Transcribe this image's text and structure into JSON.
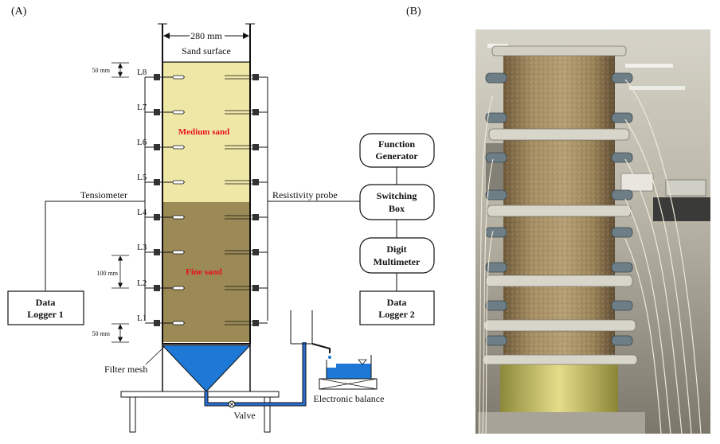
{
  "panel_labels": {
    "a": "(A)",
    "b": "(B)"
  },
  "diagram": {
    "width_label": "280 mm",
    "sand_surface": "Sand surface",
    "medium_sand": "Medium sand",
    "fine_sand": "Fine sand",
    "tensiometer": "Tensiometer",
    "resistivity_probe": "Resistivity probe",
    "spacing_top": "50 mm",
    "spacing_mid": "100 mm",
    "spacing_bottom": "50 mm",
    "levels": [
      "L8",
      "L7",
      "L6",
      "L5",
      "L4",
      "L3",
      "L2",
      "L1"
    ],
    "filter_mesh": "Filter mesh",
    "valve": "Valve",
    "electronic_balance": "Electronic balance",
    "logger1": [
      "Data",
      "Logger 1"
    ],
    "logger2": [
      "Data",
      "Logger 2"
    ],
    "function_generator": [
      "Function",
      "Generator"
    ],
    "switching_box": [
      "Switching",
      "Box"
    ],
    "digit_multimeter": [
      "Digit",
      "Multimeter"
    ]
  },
  "colors": {
    "medium_sand": "#efe7a6",
    "fine_sand": "#9b8a56",
    "water": "#1e78d6",
    "pipe": "#2a6fd0"
  },
  "photo": {
    "description": ""
  }
}
